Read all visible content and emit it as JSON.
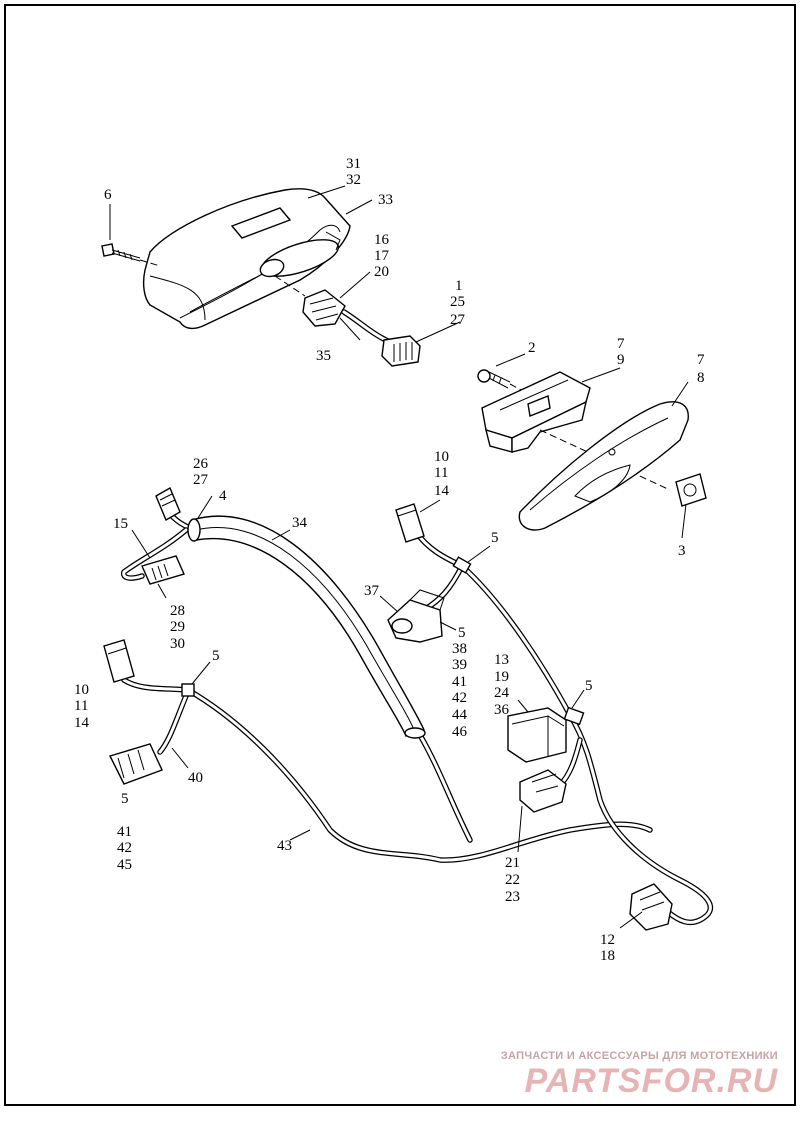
{
  "diagram": {
    "callouts": {
      "c31": "31",
      "c32": "32",
      "c33": "33",
      "c6": "6",
      "c16": "16",
      "c17": "17",
      "c20": "20",
      "c1": "1",
      "c25": "25",
      "c27a": "27",
      "c35": "35",
      "c2": "2",
      "c7a": "7",
      "c9": "9",
      "c7b": "7",
      "c8": "8",
      "c3": "3",
      "c26": "26",
      "c27b": "27",
      "c4": "4",
      "c34": "34",
      "c15": "15",
      "c28": "28",
      "c29": "29",
      "c30": "30",
      "c10a": "10",
      "c11a": "11",
      "c14a": "14",
      "c5a": "5",
      "c37": "37",
      "c5b": "5",
      "c38": "38",
      "c39": "39",
      "c41a": "41",
      "c42a": "42",
      "c44": "44",
      "c46": "46",
      "c13": "13",
      "c19": "19",
      "c24": "24",
      "c36": "36",
      "c5c": "5",
      "c5d": "5",
      "c10b": "10",
      "c11b": "11",
      "c14b": "14",
      "c40": "40",
      "c5e": "5",
      "c41b": "41",
      "c42b": "42",
      "c45": "45",
      "c43": "43",
      "c21": "21",
      "c22": "22",
      "c23": "23",
      "c12": "12",
      "c18": "18"
    }
  },
  "watermark": {
    "subtitle": "ЗАПЧАСТИ И АКСЕССУАРЫ ДЛЯ МОТОТЕХНИКИ",
    "brand": "PARTSFOR.RU"
  }
}
